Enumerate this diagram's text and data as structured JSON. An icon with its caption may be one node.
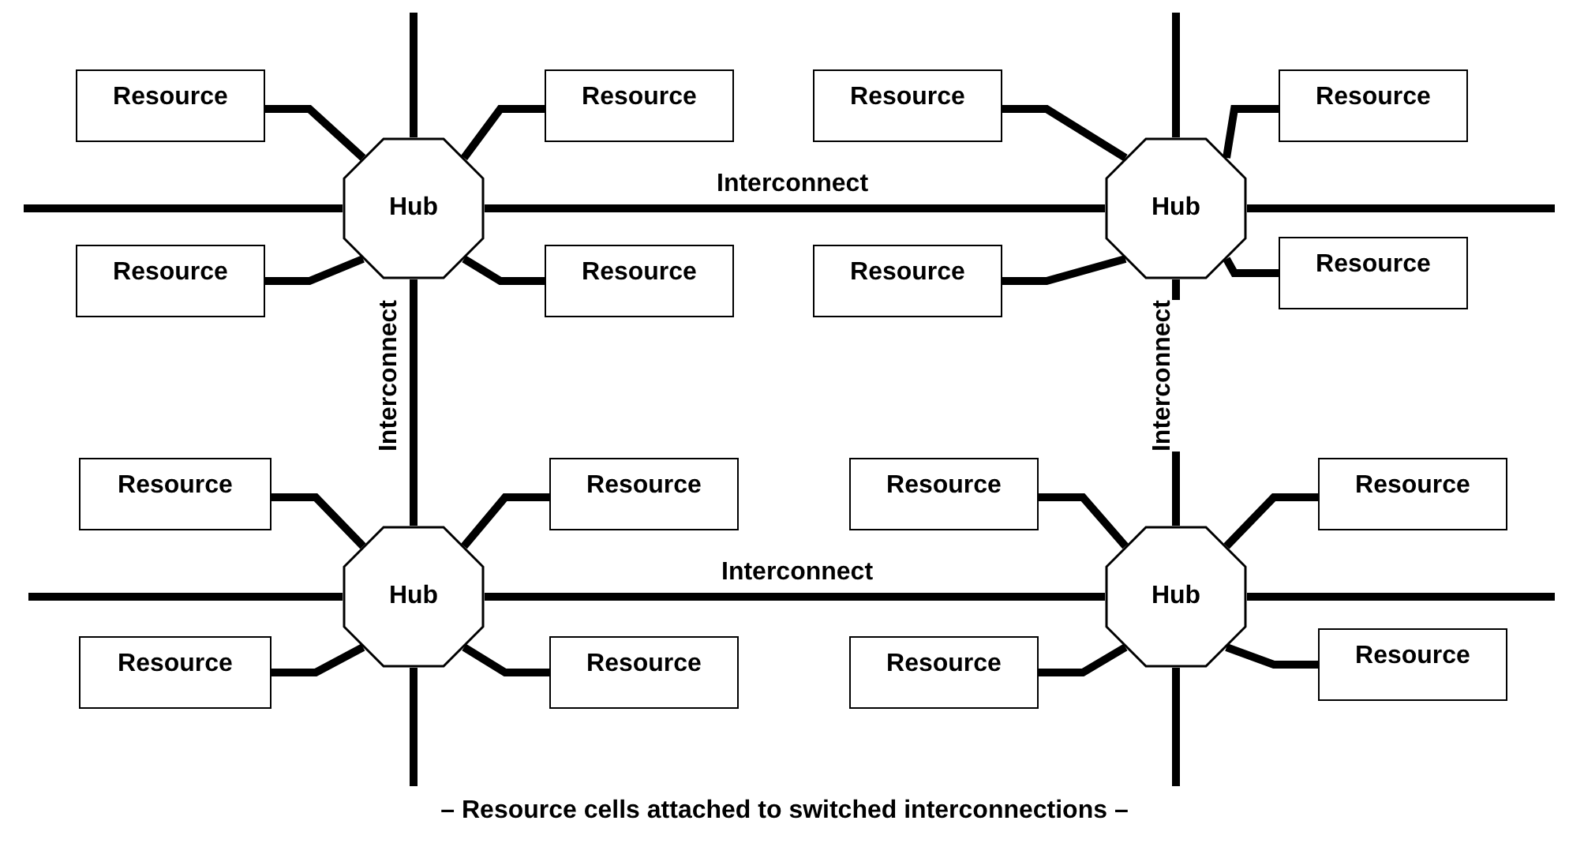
{
  "diagram": {
    "caption": "– Resource cells attached to switched interconnections –",
    "nodes": [
      {
        "text": [
          "Hub"
        ]
      },
      {
        "text": [
          "Hub"
        ]
      },
      {
        "text": [
          "Hub"
        ]
      },
      {
        "text": [
          "Hub"
        ]
      },
      {
        "text": [
          "Resource"
        ]
      },
      {
        "text": [
          "Resource"
        ]
      },
      {
        "text": [
          "Resource"
        ]
      },
      {
        "text": [
          "Resource"
        ]
      },
      {
        "text": [
          "Resource"
        ]
      },
      {
        "text": [
          "Resource"
        ]
      },
      {
        "text": [
          "Resource"
        ]
      },
      {
        "text": [
          "Resource"
        ]
      },
      {
        "text": [
          "Resource"
        ]
      },
      {
        "text": [
          "Resource"
        ]
      },
      {
        "text": [
          "Resource"
        ]
      },
      {
        "text": [
          "Resource"
        ]
      },
      {
        "text": [
          "Resource"
        ]
      },
      {
        "text": [
          "Resource"
        ]
      },
      {
        "text": [
          "Resource"
        ]
      },
      {
        "text": [
          "Resource"
        ]
      }
    ],
    "edges": [
      {
        "from": 0,
        "to": 1,
        "arrow": "none",
        "label": "Interconnect"
      },
      {
        "from": 0,
        "to": 2,
        "arrow": "none",
        "label": "Interconnect"
      },
      {
        "from": 1,
        "to": 3,
        "arrow": "none",
        "label": "Interconnect"
      },
      {
        "from": 2,
        "to": 3,
        "arrow": "none",
        "label": "Interconnect"
      },
      {
        "from": 0,
        "to": null,
        "arrow": "none"
      },
      {
        "from": 0,
        "to": null,
        "arrow": "none"
      },
      {
        "from": 1,
        "to": null,
        "arrow": "none"
      },
      {
        "from": 1,
        "to": null,
        "arrow": "none"
      },
      {
        "from": 2,
        "to": null,
        "arrow": "none"
      },
      {
        "from": 2,
        "to": null,
        "arrow": "none"
      },
      {
        "from": 3,
        "to": null,
        "arrow": "none"
      },
      {
        "from": 3,
        "to": null,
        "arrow": "none"
      },
      {
        "from": 4,
        "to": 0,
        "arrow": "none"
      },
      {
        "from": 5,
        "to": 0,
        "arrow": "none"
      },
      {
        "from": 6,
        "to": 0,
        "arrow": "none"
      },
      {
        "from": 7,
        "to": 0,
        "arrow": "none"
      },
      {
        "from": 8,
        "to": 1,
        "arrow": "none"
      },
      {
        "from": 9,
        "to": 1,
        "arrow": "none"
      },
      {
        "from": 10,
        "to": 1,
        "arrow": "none"
      },
      {
        "from": 11,
        "to": 1,
        "arrow": "none"
      },
      {
        "from": 12,
        "to": 2,
        "arrow": "none"
      },
      {
        "from": 13,
        "to": 2,
        "arrow": "none"
      },
      {
        "from": 14,
        "to": 2,
        "arrow": "none"
      },
      {
        "from": 15,
        "to": 2,
        "arrow": "none"
      },
      {
        "from": 16,
        "to": 3,
        "arrow": "none"
      },
      {
        "from": 17,
        "to": 3,
        "arrow": "none"
      },
      {
        "from": 18,
        "to": 3,
        "arrow": "none"
      },
      {
        "from": 19,
        "to": 3,
        "arrow": "none"
      }
    ]
  }
}
